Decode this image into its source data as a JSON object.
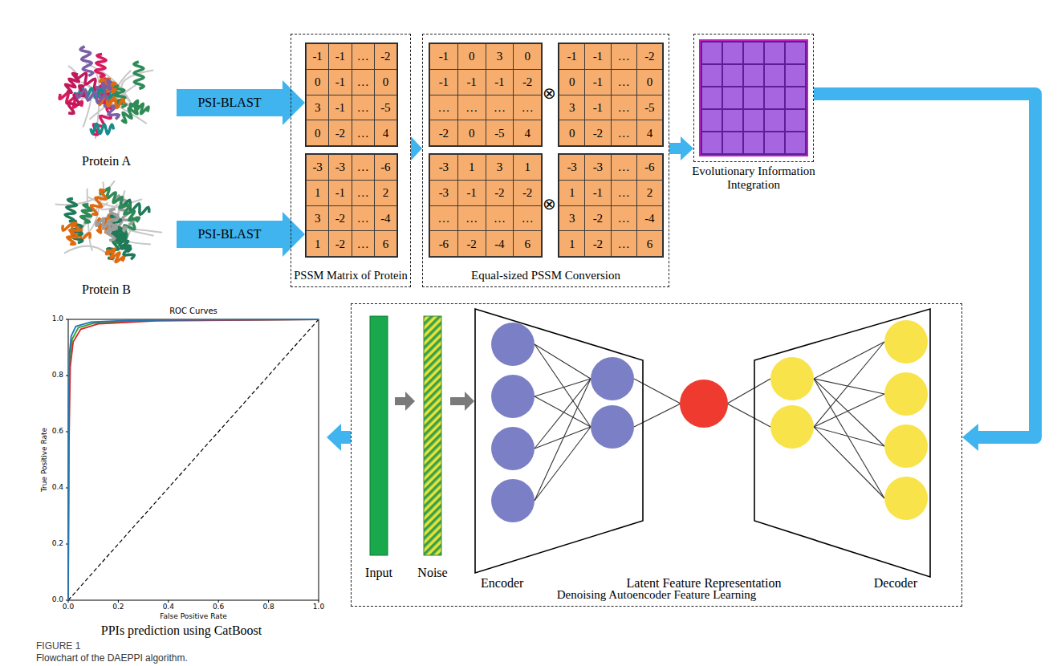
{
  "diagram": {
    "caption": "Flowchart of the DAEPPI algorithm.",
    "nodes": [
      {
        "text": [
          "Protein A"
        ]
      },
      {
        "text": [
          "Protein B"
        ]
      },
      {
        "text": [
          "PSSM Matrix of Protein"
        ]
      },
      {
        "text": [
          "-1",
          "-1",
          "…",
          "-2",
          "0",
          "-1",
          "…",
          "0",
          "3",
          "-1",
          "…",
          "-5",
          "0",
          "-2",
          "…",
          "4"
        ],
        "in": 2
      },
      {
        "text": [
          "-3",
          "-3",
          "…",
          "-6",
          "1",
          "-1",
          "…",
          "2",
          "3",
          "-2",
          "…",
          "-4",
          "1",
          "-2",
          "…",
          "6"
        ],
        "in": 2
      },
      {
        "text": [
          "Equal-sized PSSM Conversion"
        ]
      },
      {
        "text": [
          "-1",
          "0",
          "3",
          "0",
          "-1",
          "-1",
          "-1",
          "-2",
          "…",
          "…",
          "…",
          "…",
          "-2",
          "0",
          "-5",
          "4"
        ],
        "in": 5
      },
      {
        "text": [
          "-1",
          "-1",
          "…",
          "-2",
          "0",
          "-1",
          "…",
          "0",
          "3",
          "-1",
          "…",
          "-5",
          "0",
          "-2",
          "…",
          "4"
        ],
        "in": 5
      },
      {
        "text": [
          "-3",
          "1",
          "3",
          "1",
          "-3",
          "-1",
          "-2",
          "-2",
          "…",
          "…",
          "…",
          "…",
          "-6",
          "-2",
          "-4",
          "6"
        ],
        "in": 5
      },
      {
        "text": [
          "-3",
          "-3",
          "…",
          "-6",
          "1",
          "-1",
          "…",
          "2",
          "3",
          "-2",
          "…",
          "-4",
          "1",
          "-2",
          "…",
          "6"
        ],
        "in": 5
      },
      {
        "text": [
          "Evolutionary Information Integration"
        ]
      },
      {
        "text": [
          "Denoising Autoencoder Feature Learning"
        ]
      },
      {
        "text": [
          "Input"
        ],
        "in": 11
      },
      {
        "text": [
          "Noise"
        ],
        "in": 11
      },
      {
        "text": [
          "Encoder"
        ],
        "in": 11
      },
      {
        "text": [
          "Latent Feature Representation"
        ],
        "in": 11
      },
      {
        "text": [
          "Decoder"
        ],
        "in": 11
      },
      {
        "text": [
          "ROC Curves",
          "1.0",
          "0.8",
          "0.6",
          "0.4",
          "0.2",
          "0.0",
          "True Positive Rate",
          "0.0",
          "0.2",
          "0.4",
          "0.6",
          "0.8",
          "1.0",
          "False Positive Rate",
          "PPIs prediction using CatBoost"
        ]
      }
    ],
    "edges": [
      {
        "from": 0,
        "to": 3,
        "label": "PSI-BLAST",
        "arrow": "to"
      },
      {
        "from": 1,
        "to": 4,
        "label": "PSI-BLAST",
        "arrow": "to"
      },
      {
        "from": 2,
        "to": 5,
        "arrow": "to"
      },
      {
        "from": 5,
        "to": 10,
        "arrow": "to"
      },
      {
        "from": 10,
        "to": 11,
        "arrow": "to"
      },
      {
        "from": 12,
        "to": 13,
        "arrow": "to"
      },
      {
        "from": 13,
        "to": 14,
        "arrow": "to"
      },
      {
        "from": 11,
        "to": 17,
        "arrow": "to"
      }
    ],
    "labels": [
      "⊗",
      "⊗",
      "FIGURE 1"
    ]
  }
}
